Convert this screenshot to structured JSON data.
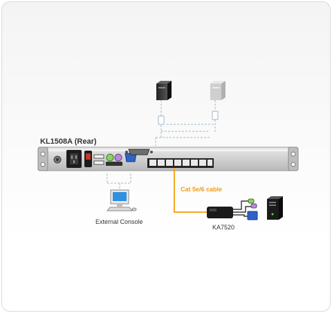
{
  "device": {
    "title": "KL1508A (Rear)"
  },
  "labels": {
    "console": "External Console",
    "cable": "Cat 5e/6 cable",
    "adapter": "KA7520"
  },
  "colors": {
    "cable": "#f5a623",
    "dashed_line": "#9fb6c8",
    "rack": "#c9c9c9"
  },
  "icons": [
    "server-icon",
    "computer-icon",
    "server-tower-icon",
    "kvm-adapter-icon"
  ]
}
